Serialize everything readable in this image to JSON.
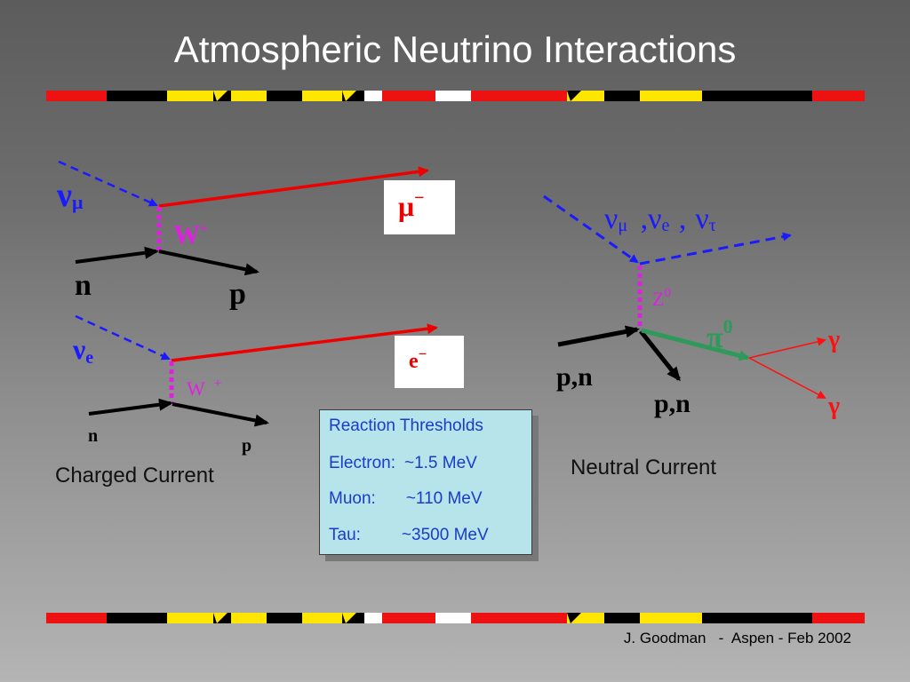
{
  "title": "Atmospheric Neutrino Interactions",
  "charged_current": {
    "caption": "Charged Current",
    "muon_event": {
      "neutrino": {
        "symbol": "ν",
        "subscript": "μ"
      },
      "boson": {
        "symbol": "W",
        "superscript": "+"
      },
      "lepton": {
        "symbol": "μ",
        "superscript": "−"
      },
      "incoming_nucleon": "n",
      "outgoing_nucleon": "p"
    },
    "electron_event": {
      "neutrino": {
        "symbol": "ν",
        "subscript": "e"
      },
      "boson": {
        "symbol": "W",
        "superscript": "+"
      },
      "lepton": {
        "symbol": "e",
        "superscript": "−"
      },
      "incoming_nucleon": "n",
      "outgoing_nucleon": "p"
    }
  },
  "neutral_current": {
    "caption": "Neutral Current",
    "neutrinos": [
      {
        "symbol": "ν",
        "subscript": "μ"
      },
      {
        "symbol": "ν",
        "subscript": "e"
      },
      {
        "symbol": "ν",
        "subscript": "τ"
      }
    ],
    "separator": ",",
    "boson": {
      "symbol": "Z",
      "superscript": "0"
    },
    "pion": {
      "symbol": "π",
      "superscript": "0"
    },
    "photon": "γ",
    "incoming_nucleon": "p,n",
    "outgoing_nucleon": "p,n"
  },
  "thresholds": {
    "title": "Reaction Thresholds",
    "rows": [
      {
        "label": "Electron:",
        "value": "~1.5 MeV"
      },
      {
        "label": "Muon:",
        "value": "~110 MeV"
      },
      {
        "label": "Tau:",
        "value": "~3500 MeV"
      }
    ]
  },
  "footer": "J. Goodman   -  Aspen - Feb 2002",
  "colors": {
    "neutrino_line": "#1a1aff",
    "lepton_line": "#ee0000",
    "boson": "#e020e0",
    "pion_line": "#2e9a5a",
    "photon": "#ff1010",
    "nucleon_line": "#000000",
    "stripe_red": "#ee1111",
    "stripe_yellow": "#ffe600",
    "stripe_black": "#000000",
    "stripe_white": "#ffffff"
  }
}
